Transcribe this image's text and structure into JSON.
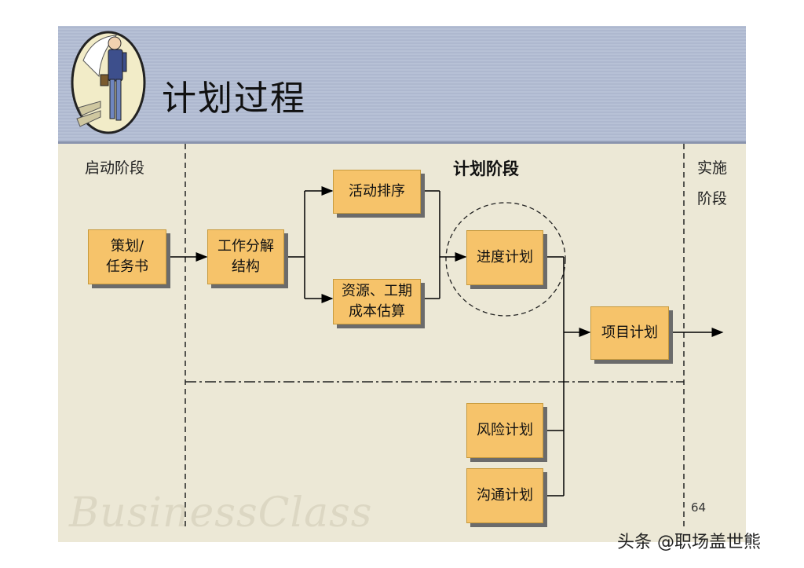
{
  "slide": {
    "title": "计划过程",
    "decorative_text": "BusinessClass",
    "page_number": "64"
  },
  "phases": {
    "initiation": "启动阶段",
    "planning": "计划阶段",
    "execution_line1": "实施",
    "execution_line2": "阶段"
  },
  "nodes": {
    "charter": "策划/\n任务书",
    "wbs": "工作分解\n结构",
    "sequencing": "活动排序",
    "estimating": "资源、工期\n成本估算",
    "schedule": "进度计划",
    "project_plan": "项目计划",
    "risk_plan": "风险计划",
    "communication_plan": "沟通计划"
  },
  "colors": {
    "box_fill": "#f6c36a",
    "box_shadow": "#6b6b6b",
    "slide_background": "#ece8d6",
    "header_background": "#b3bdd3"
  },
  "watermark": "头条 @职场盖世熊"
}
